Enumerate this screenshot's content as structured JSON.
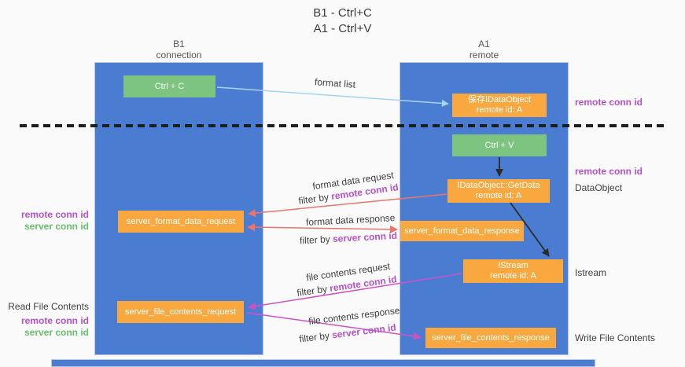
{
  "title": {
    "line1": "B1 - Ctrl+C",
    "line2": "A1 - Ctrl+V"
  },
  "lifelines": {
    "left": {
      "name": "B1",
      "role": "connection"
    },
    "right": {
      "name": "A1",
      "role": "remote"
    }
  },
  "boxes": {
    "ctrl_c": {
      "label": "Ctrl + C"
    },
    "ctrl_v": {
      "label": "Ctrl + V"
    },
    "save_dataobject": {
      "line1": "保存IDataObject",
      "line2": "remote id: A"
    },
    "getdata": {
      "line1": "IDataObject::GetData",
      "line2": "remote id: A"
    },
    "istream": {
      "line1": "IStream",
      "line2": "remote id: A"
    },
    "server_format_data_request": {
      "label": "server_format_data_request"
    },
    "server_format_data_response": {
      "label": "server_format_data_response"
    },
    "server_file_contents_request": {
      "label": "server_file_contents_request"
    },
    "server_file_contents_response": {
      "label": "server_file_contents_response"
    }
  },
  "left_annotations": {
    "remote_conn_id_1": "remote conn id",
    "server_conn_id_1": "server conn id",
    "read_file_contents": "Read File Contents",
    "remote_conn_id_2": "remote conn id",
    "server_conn_id_2": "server conn id"
  },
  "right_annotations": {
    "remote_conn_id_1": "remote conn id",
    "remote_conn_id_2": "remote conn id",
    "dataobject": "DataObject",
    "istream": "Istream",
    "write_file_contents": "Write File Contents"
  },
  "arrow_labels": {
    "format_list": "format list",
    "format_data_request": "format data request",
    "format_data_response": "format data response",
    "file_contents_request": "file contents request",
    "file_contents_response": "file contents response",
    "filter_by": "filter by ",
    "remote_conn_id": "remote conn id",
    "server_conn_id": "server conn id"
  },
  "colors": {
    "lifeline_blue": "#4a7dd2",
    "box_orange": "#f8a83e",
    "box_green": "#7cc47f",
    "label_magenta": "#b552c9",
    "label_green": "#68bf6d",
    "arrow_salmon": "#e8756e",
    "arrow_magenta": "#cf52c5",
    "arrow_lightblue": "#a6d3f2",
    "arrow_black": "#2b2b2b",
    "text_dark": "#404040"
  }
}
